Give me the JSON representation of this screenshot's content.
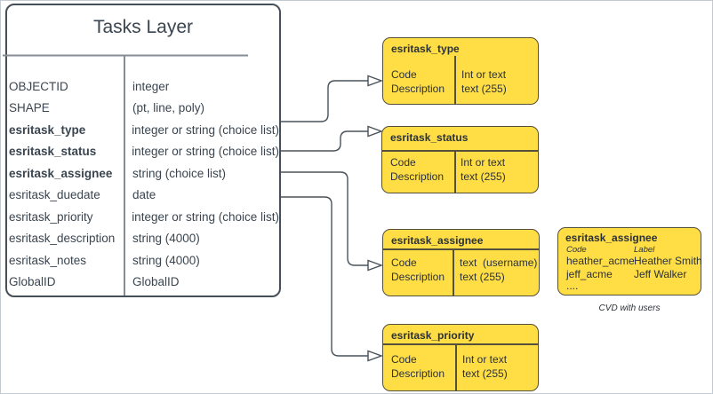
{
  "diagram": {
    "tasks_table": {
      "title": "Tasks Layer",
      "rows": [
        {
          "field": "OBJECTID",
          "type": "integer"
        },
        {
          "field": "SHAPE",
          "type": "(pt, line, poly)"
        },
        {
          "field": "esritask_type",
          "type": "integer or string (choice list)"
        },
        {
          "field": "esritask_status",
          "type": "integer or string (choice list)"
        },
        {
          "field": "esritask_assignee",
          "type": "string (choice list)"
        },
        {
          "field": "esritask_duedate",
          "type": "date"
        },
        {
          "field": "esritask_priority",
          "type": "integer or string (choice list)"
        },
        {
          "field": "esritask_description",
          "type": "string (4000)"
        },
        {
          "field": "esritask_notes",
          "type": "string (4000)"
        },
        {
          "field": "GlobalID",
          "type": "GlobalID"
        }
      ]
    },
    "domain_boxes": [
      {
        "title": "esritask_type",
        "col1_line1": "Code",
        "col1_line2": "Description",
        "col2_line1": "Int or text",
        "col2_line2": "text (255)"
      },
      {
        "title": "esritask_status",
        "col1_line1": "Code",
        "col1_line2": "Description",
        "col2_line1": "Int or text",
        "col2_line2": "text (255)"
      },
      {
        "title": "esritask_assignee",
        "col1_line1": "Code",
        "col1_line2": "Description",
        "col2_line1": "text  (username)",
        "col2_line2": "text (255)"
      },
      {
        "title": "esritask_priority",
        "col1_line1": "Code",
        "col1_line2": "Description",
        "col2_line1": "Int or text",
        "col2_line2": "text (255)"
      }
    ],
    "cvd_box": {
      "title": "esritask_assignee",
      "col1_header": "Code",
      "col2_header": "Label",
      "rows": [
        {
          "code": "heather_acme",
          "label": "Heather Smith"
        },
        {
          "code": "jeff_acme",
          "label": "Jeff Walker"
        }
      ],
      "ellipsis": "....",
      "caption": "CVD with users"
    },
    "connections": [
      {
        "from_field": "esritask_type",
        "to_box": "esritask_type"
      },
      {
        "from_field": "esritask_status",
        "to_box": "esritask_status"
      },
      {
        "from_field": "esritask_assignee",
        "to_box": "esritask_assignee"
      },
      {
        "from_field": "esritask_priority",
        "to_box": "esritask_priority"
      }
    ],
    "colors": {
      "box_fill": "#FFDE45",
      "box_border": "#55503C",
      "connector_line": "#49525A",
      "table_text": "#3A4550",
      "divider_gray": "#858C94",
      "canvas_border": "#C4CAD2"
    }
  }
}
